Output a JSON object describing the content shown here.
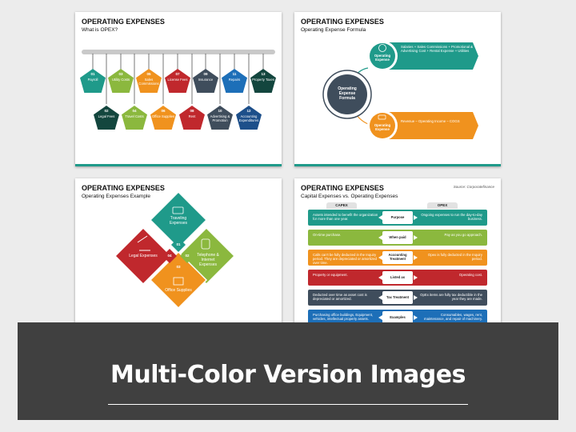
{
  "slide1": {
    "title": "OPERATING EXPENSES",
    "subtitle": "What is OPEX?",
    "top_items": [
      {
        "num": "01",
        "label": "Payroll",
        "color": "#1f9a8a"
      },
      {
        "num": "03",
        "label": "Utility Costs",
        "color": "#8bb83e"
      },
      {
        "num": "05",
        "label": "Sales Commissions",
        "color": "#f0921e"
      },
      {
        "num": "07",
        "label": "License Fees",
        "color": "#c0282d"
      },
      {
        "num": "09",
        "label": "Insurance",
        "color": "#3f4d5c"
      },
      {
        "num": "11",
        "label": "Repairs",
        "color": "#1d6fb8"
      },
      {
        "num": "13",
        "label": "Property Taxes",
        "color": "#13463e"
      }
    ],
    "bottom_items": [
      {
        "num": "02",
        "label": "Legal Fees",
        "color": "#13463e"
      },
      {
        "num": "04",
        "label": "Travel Costs",
        "color": "#8bb83e"
      },
      {
        "num": "06",
        "label": "Office Supplies",
        "color": "#f0921e"
      },
      {
        "num": "08",
        "label": "Rent",
        "color": "#c0282d"
      },
      {
        "num": "10",
        "label": "Advertising & Promotion",
        "color": "#3f4d5c"
      },
      {
        "num": "12",
        "label": "Accounting Expenditures",
        "color": "#1d4f8a"
      }
    ]
  },
  "slide2": {
    "title": "OPERATING EXPENSES",
    "subtitle": "Operating Expense Formula",
    "center": "Operating Expense Formula",
    "top_bubble": "Operating Expense",
    "top_text": "Salaries + Sales Commissions + Promotional & Advertising Cost + Rental Expense + Utilities",
    "bottom_bubble": "Operating Expense",
    "bottom_text": "Revenue – Operating Income – COGS",
    "colors": {
      "teal": "#1f9a8a",
      "orange": "#f0921e",
      "dark": "#3f4d5c"
    }
  },
  "slide3": {
    "title": "OPERATING EXPENSES",
    "subtitle": "Operating Expenses Example",
    "items": [
      {
        "num": "01",
        "label": "Traveling Expenses",
        "color": "#1f9a8a"
      },
      {
        "num": "02",
        "label": "Telephone & Internet Expenses",
        "color": "#8bb83e"
      },
      {
        "num": "03",
        "label": "Office Supplies",
        "color": "#f0921e"
      },
      {
        "num": "04",
        "label": "Legal Expenses",
        "color": "#c0282d"
      }
    ]
  },
  "slide4": {
    "title": "OPERATING EXPENSES",
    "subtitle": "Capital Expenses vs. Operating Expenses",
    "source": "Source: Corporatefinance",
    "capex": "CAPEX",
    "opex": "OPEX",
    "rows": [
      {
        "mid": "Purpose",
        "left": "Assets intended to benefit the organization for more than one year.",
        "right": "Ongoing expenses to run the day-to-day business.",
        "color": "#1f9a8a"
      },
      {
        "mid": "When paid",
        "left": "On-time purchase.",
        "right": "Pay as you go approach.",
        "color": "#8bb83e"
      },
      {
        "mid": "Accounting Treatment",
        "left": "Calls can't be fully deducted in the Inquiry period. They are depreciated or amortized over time.",
        "right": "Opex is fully deducted in the Inquiry period.",
        "color": "#f0921e"
      },
      {
        "mid": "Listed as",
        "left": "Property or equipment.",
        "right": "Operating cost.",
        "color": "#c0282d"
      },
      {
        "mid": "Tax Treatment",
        "left": "Deducted over time as asset cost is depreciated or amortized.",
        "right": "OpEx items are fully tax deductible in the year they are made.",
        "color": "#3f4d5c"
      },
      {
        "mid": "Examples",
        "left": "Purchasing office buildings, Equipment, vehicles, intellectual property assets.",
        "right": "Consumables, wages, rent, maintenance, and repair of machinery.",
        "color": "#1d6fb8"
      }
    ]
  },
  "banner": {
    "title": "Multi-Color Version Images"
  }
}
